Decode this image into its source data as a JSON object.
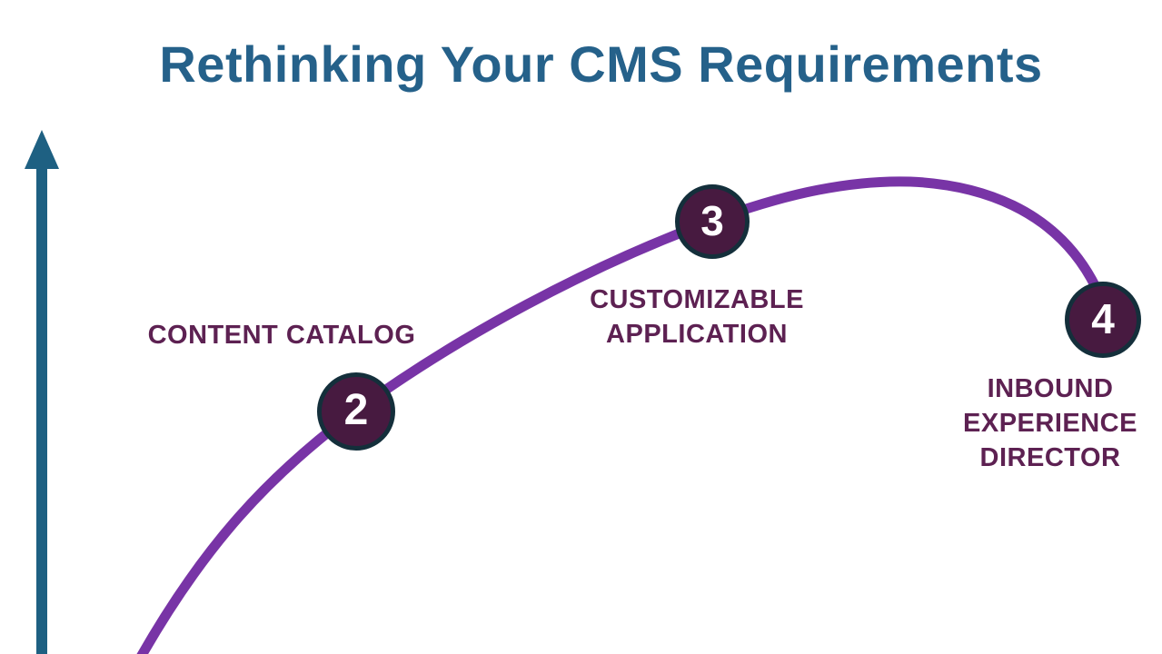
{
  "slide": {
    "title": "Rethinking Your CMS Requirements"
  },
  "colors": {
    "background": "#ffffff",
    "title": "#25618a",
    "axis_arrow": "#1e6082",
    "curve": "#7834a6",
    "node_fill": "#471a40",
    "node_border": "#142f3b",
    "node_number": "#ffffff",
    "label_text": "#5d2152"
  },
  "diagram": {
    "type": "maturity-curve",
    "description": "Rising S-curve along a vertical axis arrow with numbered milestone nodes",
    "nodes": [
      {
        "number": "2",
        "label": "CONTENT CATALOG"
      },
      {
        "number": "3",
        "label": "CUSTOMIZABLE\nAPPLICATION"
      },
      {
        "number": "4",
        "label": "INBOUND\nEXPERIENCE\nDIRECTOR"
      }
    ]
  }
}
